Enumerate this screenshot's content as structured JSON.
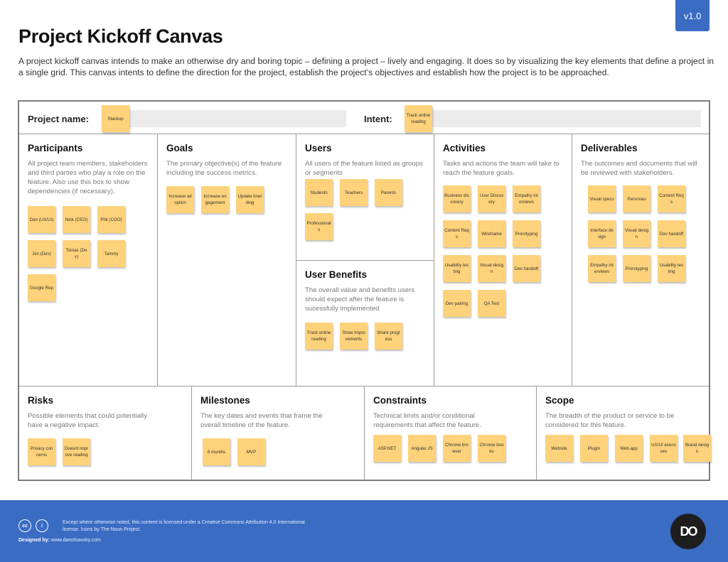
{
  "version": "v1.0",
  "title": "Project Kickoff Canvas",
  "intro": "A project kickoff canvas intends to make an otherwise dry and boring topic – defining a project – lively and engaging. It does so by visualizing the key elements that define a project in a single grid. This canvas intents to define the direction for the project, establish the project’s objectives and establish how the project is to be approached.",
  "project_name": {
    "label": "Project name:",
    "note": "Stackup"
  },
  "intent": {
    "label": "Intent:",
    "note": "Track online reading"
  },
  "participants": {
    "title": "Participants",
    "desc": "All project team members, stakeholders and third parties who play a role on the feature. Also use this box to show dependencies (if necessary).",
    "notes": [
      "Dan (UX/UI)",
      "Nick (CEO)",
      "Phil (COO)",
      "Jim (Dev)",
      "Tomas (Dev)",
      "Tammy",
      "Google Rep"
    ]
  },
  "goals": {
    "title": "Goals",
    "desc": "The primary objective(s) of the feature including the success metrics.",
    "notes": [
      "Increase adoption",
      "Increase engagement",
      "Update branding"
    ]
  },
  "users": {
    "title": "Users",
    "desc": "All users of the feature listed as groups or segments",
    "notes": [
      "Students",
      "Teachers",
      "Parents",
      "Professionals"
    ]
  },
  "user_benefits": {
    "title": "User Benefits",
    "desc": "The overall value and benefits users should expect after the feature is sucessfully implemented",
    "notes": [
      "Track online reading",
      "Show improvements",
      "Share progress"
    ]
  },
  "activities": {
    "title": "Activities",
    "desc": "Tasks and actions the team will take to reach the feature goals.",
    "notes": [
      "Business discovery",
      "User Discovery",
      "Empathy interviews",
      "Content Reqs",
      "Wireframe",
      "Prorotyping",
      "Usability testing",
      "Visual design",
      "Dev handoff",
      "Dev pairing",
      "QA Test"
    ]
  },
  "deliverables": {
    "title": "Deliverables",
    "desc": "The outcomes and documents that will be reviewed with stakeholders.",
    "notes": [
      "Visual specs",
      "Personas",
      "Content Reqs",
      "Interface design",
      "Visual design",
      "Dev handoff",
      "Empathy interviews",
      "Prorotyping",
      "Usability testing"
    ]
  },
  "risks": {
    "title": "Risks",
    "desc": "Possible elements that could potentially have a negative impact.",
    "notes": [
      "Privacy concerns",
      "Doesnt improve reading"
    ]
  },
  "milestones": {
    "title": "Milestones",
    "desc": "The key dates and events that frame the overall timeline of the feature.",
    "notes": [
      "6 months",
      "MVP"
    ]
  },
  "constraints": {
    "title": "Constraints",
    "desc": "Technical limits and/or conditional requirements that affect the feature.",
    "notes": [
      "ASP.NET",
      "Angular JS",
      "Chrome browser",
      "Chrome books"
    ]
  },
  "scope": {
    "title": "Scope",
    "desc": "The breadth of the product or service to be considered for this feature.",
    "notes": [
      "Website",
      "Plugin",
      "Web app",
      "UX/UI exercises",
      "Brand design"
    ]
  },
  "footer": {
    "cc_label": "cc",
    "by_label": "i",
    "license": "Except where otherwise noted, this content is licensed under a Creative Commons Attribution 4.0 International license. Icons by The Noun Project.",
    "designed_by_label": "Designed by:",
    "designed_by_url": "www.danolsavsky.com",
    "logo_text": "DO"
  },
  "colors": {
    "blue": "#3a6cc4",
    "sticky": "#fdd27a",
    "border": "#9a9a9a"
  }
}
